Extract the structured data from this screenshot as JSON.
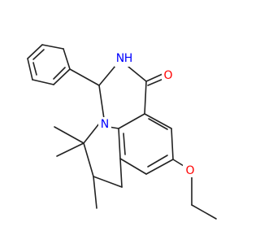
{
  "molecule": {
    "atoms": {
      "oxygen_carbonyl": {
        "text": "O",
        "color": "#ff0000"
      },
      "oxygen_ether": {
        "text": "O",
        "color": "#ff0000"
      },
      "nitrogen_amide": {
        "text": "N",
        "color": "#0000ff"
      },
      "hydrogen_amide": {
        "text": "H",
        "color": "#0000ff"
      },
      "nitrogen_ring": {
        "text": "N",
        "color": "#0000ff"
      }
    },
    "bond_color": "#222222",
    "background": "#ffffff"
  }
}
